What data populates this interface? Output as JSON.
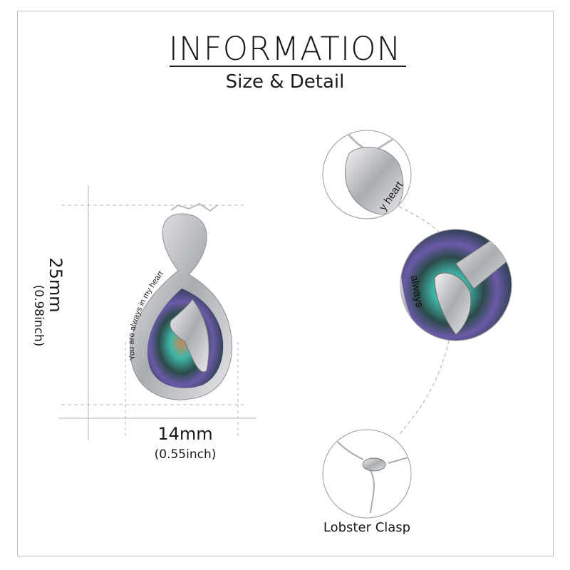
{
  "header": {
    "title": "INFORMATION",
    "subtitle": "Size & Detail"
  },
  "dimensions": {
    "height_mm": "25mm",
    "height_in": "(0.98inch)",
    "width_mm": "14mm",
    "width_in": "(0.55inch)"
  },
  "engraving": "You are always in my heart",
  "detail_top_text": "y heart",
  "detail_middle_text": "always",
  "detail_bottom_label": "Lobster Clasp",
  "colors": {
    "abalone_teal": "#3fb6a8",
    "abalone_purple": "#6a5aa8",
    "silver": "#c9cbce",
    "dashed": "#aaaaaa"
  }
}
